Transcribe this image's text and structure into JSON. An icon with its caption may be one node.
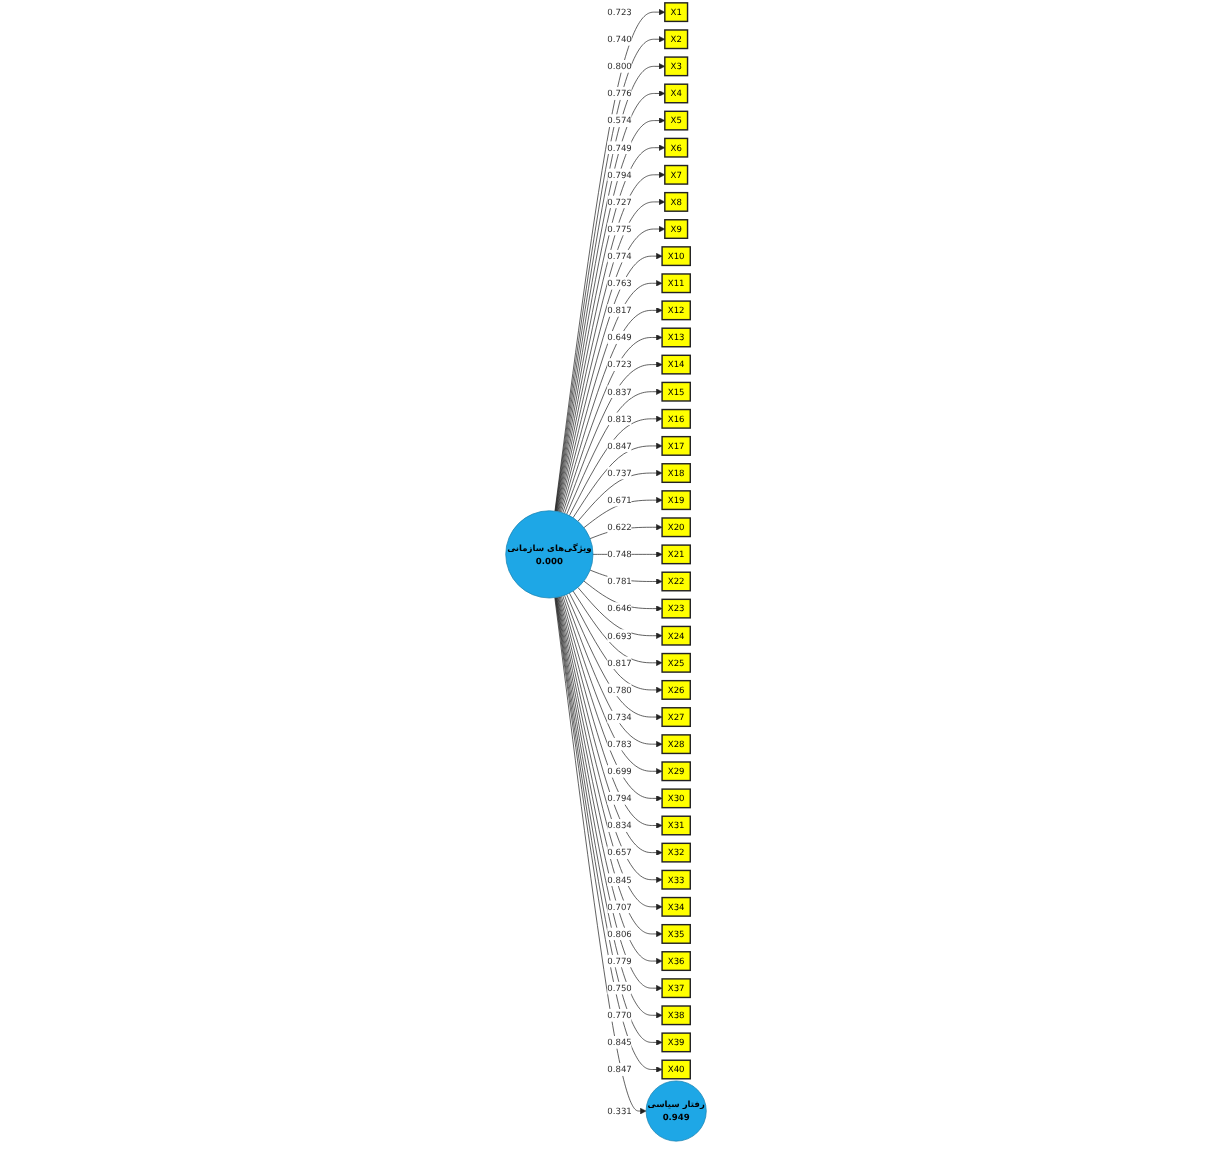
{
  "diagram": {
    "nodes": [
      {
        "text": [
          "ویژگی‌های سازمانی",
          "0.000"
        ]
      },
      {
        "text": [
          "X1"
        ]
      },
      {
        "text": [
          "X2"
        ]
      },
      {
        "text": [
          "X3"
        ]
      },
      {
        "text": [
          "X4"
        ]
      },
      {
        "text": [
          "X5"
        ]
      },
      {
        "text": [
          "X6"
        ]
      },
      {
        "text": [
          "X7"
        ]
      },
      {
        "text": [
          "X8"
        ]
      },
      {
        "text": [
          "X9"
        ]
      },
      {
        "text": [
          "X10"
        ]
      },
      {
        "text": [
          "X11"
        ]
      },
      {
        "text": [
          "X12"
        ]
      },
      {
        "text": [
          "X13"
        ]
      },
      {
        "text": [
          "X14"
        ]
      },
      {
        "text": [
          "X15"
        ]
      },
      {
        "text": [
          "X16"
        ]
      },
      {
        "text": [
          "X17"
        ]
      },
      {
        "text": [
          "X18"
        ]
      },
      {
        "text": [
          "X19"
        ]
      },
      {
        "text": [
          "X20"
        ]
      },
      {
        "text": [
          "X21"
        ]
      },
      {
        "text": [
          "X22"
        ]
      },
      {
        "text": [
          "X23"
        ]
      },
      {
        "text": [
          "X24"
        ]
      },
      {
        "text": [
          "X25"
        ]
      },
      {
        "text": [
          "X26"
        ]
      },
      {
        "text": [
          "X27"
        ]
      },
      {
        "text": [
          "X28"
        ]
      },
      {
        "text": [
          "X29"
        ]
      },
      {
        "text": [
          "X30"
        ]
      },
      {
        "text": [
          "X31"
        ]
      },
      {
        "text": [
          "X32"
        ]
      },
      {
        "text": [
          "X33"
        ]
      },
      {
        "text": [
          "X34"
        ]
      },
      {
        "text": [
          "X35"
        ]
      },
      {
        "text": [
          "X36"
        ]
      },
      {
        "text": [
          "X37"
        ]
      },
      {
        "text": [
          "X38"
        ]
      },
      {
        "text": [
          "X39"
        ]
      },
      {
        "text": [
          "X40"
        ]
      },
      {
        "text": [
          "رفتار سیاسی",
          "0.949"
        ]
      }
    ],
    "edges": [
      {
        "from": 0,
        "to": 1,
        "arrow": "to",
        "label": "0.723"
      },
      {
        "from": 0,
        "to": 2,
        "arrow": "to",
        "label": "0.740"
      },
      {
        "from": 0,
        "to": 3,
        "arrow": "to",
        "label": "0.800"
      },
      {
        "from": 0,
        "to": 4,
        "arrow": "to",
        "label": "0.776"
      },
      {
        "from": 0,
        "to": 5,
        "arrow": "to",
        "label": "0.574"
      },
      {
        "from": 0,
        "to": 6,
        "arrow": "to",
        "label": "0.749"
      },
      {
        "from": 0,
        "to": 7,
        "arrow": "to",
        "label": "0.794"
      },
      {
        "from": 0,
        "to": 8,
        "arrow": "to",
        "label": "0.727"
      },
      {
        "from": 0,
        "to": 9,
        "arrow": "to",
        "label": "0.775"
      },
      {
        "from": 0,
        "to": 10,
        "arrow": "to",
        "label": "0.774"
      },
      {
        "from": 0,
        "to": 11,
        "arrow": "to",
        "label": "0.763"
      },
      {
        "from": 0,
        "to": 12,
        "arrow": "to",
        "label": "0.817"
      },
      {
        "from": 0,
        "to": 13,
        "arrow": "to",
        "label": "0.649"
      },
      {
        "from": 0,
        "to": 14,
        "arrow": "to",
        "label": "0.723"
      },
      {
        "from": 0,
        "to": 15,
        "arrow": "to",
        "label": "0.837"
      },
      {
        "from": 0,
        "to": 16,
        "arrow": "to",
        "label": "0.813"
      },
      {
        "from": 0,
        "to": 17,
        "arrow": "to",
        "label": "0.847"
      },
      {
        "from": 0,
        "to": 18,
        "arrow": "to",
        "label": "0.737"
      },
      {
        "from": 0,
        "to": 19,
        "arrow": "to",
        "label": "0.671"
      },
      {
        "from": 0,
        "to": 20,
        "arrow": "to",
        "label": "0.622"
      },
      {
        "from": 0,
        "to": 21,
        "arrow": "to",
        "label": "0.748"
      },
      {
        "from": 0,
        "to": 22,
        "arrow": "to",
        "label": "0.781"
      },
      {
        "from": 0,
        "to": 23,
        "arrow": "to",
        "label": "0.646"
      },
      {
        "from": 0,
        "to": 24,
        "arrow": "to",
        "label": "0.693"
      },
      {
        "from": 0,
        "to": 25,
        "arrow": "to",
        "label": "0.817"
      },
      {
        "from": 0,
        "to": 26,
        "arrow": "to",
        "label": "0.780"
      },
      {
        "from": 0,
        "to": 27,
        "arrow": "to",
        "label": "0.734"
      },
      {
        "from": 0,
        "to": 28,
        "arrow": "to",
        "label": "0.783"
      },
      {
        "from": 0,
        "to": 29,
        "arrow": "to",
        "label": "0.699"
      },
      {
        "from": 0,
        "to": 30,
        "arrow": "to",
        "label": "0.794"
      },
      {
        "from": 0,
        "to": 31,
        "arrow": "to",
        "label": "0.834"
      },
      {
        "from": 0,
        "to": 32,
        "arrow": "to",
        "label": "0.657"
      },
      {
        "from": 0,
        "to": 33,
        "arrow": "to",
        "label": "0.845"
      },
      {
        "from": 0,
        "to": 34,
        "arrow": "to",
        "label": "0.707"
      },
      {
        "from": 0,
        "to": 35,
        "arrow": "to",
        "label": "0.806"
      },
      {
        "from": 0,
        "to": 36,
        "arrow": "to",
        "label": "0.779"
      },
      {
        "from": 0,
        "to": 37,
        "arrow": "to",
        "label": "0.750"
      },
      {
        "from": 0,
        "to": 38,
        "arrow": "to",
        "label": "0.770"
      },
      {
        "from": 0,
        "to": 39,
        "arrow": "to",
        "label": "0.845"
      },
      {
        "from": 0,
        "to": 40,
        "arrow": "to",
        "label": "0.847"
      },
      {
        "from": 0,
        "to": 41,
        "arrow": "to",
        "label": "0.331"
      }
    ]
  }
}
